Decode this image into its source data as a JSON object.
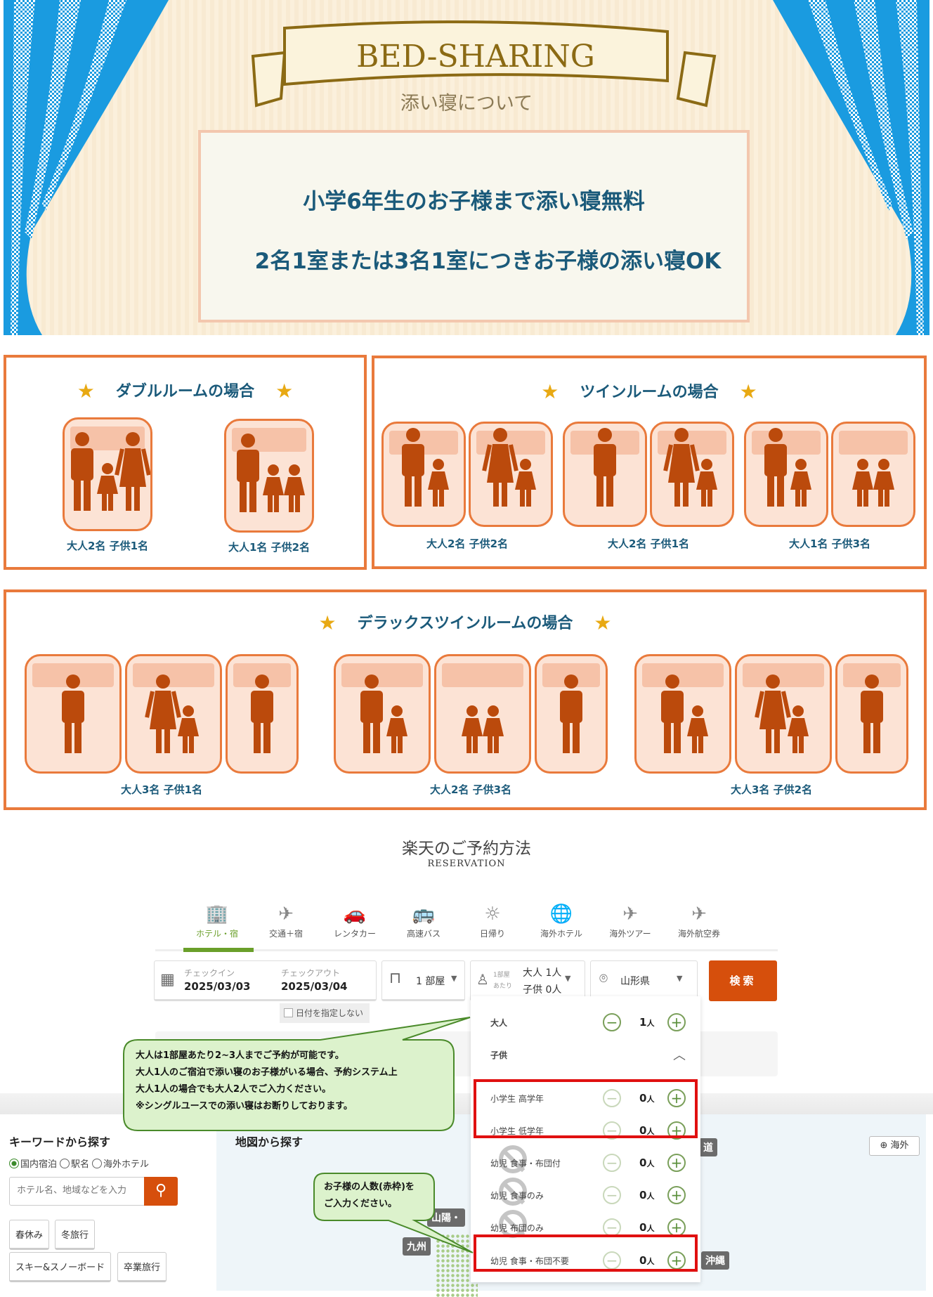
{
  "banner": {
    "ribbon_title": "BED-SHARING",
    "subtitle": "添い寝について",
    "line1": "小学6年生のお子様まで添い寝無料",
    "line2": "2名1室または3名1室につきお子様の添い寝OK",
    "colors": {
      "curtain": "#1a9be0",
      "text": "#1b5a7a",
      "ribbon": "#8b6a14"
    }
  },
  "rooms": {
    "double": {
      "title": "ダブルルームの場合",
      "groups": [
        {
          "caption": "大人2名 子供1名",
          "beds": [
            [
              "man",
              "child",
              "woman"
            ]
          ]
        },
        {
          "caption": "大人1名 子供2名",
          "beds": [
            [
              "man",
              "child",
              "child"
            ]
          ]
        }
      ]
    },
    "twin": {
      "title": "ツインルームの場合",
      "groups": [
        {
          "caption": "大人2名 子供2名",
          "beds": [
            [
              "man",
              "child"
            ],
            [
              "woman",
              "child"
            ]
          ]
        },
        {
          "caption": "大人2名 子供1名",
          "beds": [
            [
              "man"
            ],
            [
              "woman",
              "child"
            ]
          ]
        },
        {
          "caption": "大人1名 子供3名",
          "beds": [
            [
              "man",
              "child"
            ],
            [
              "child",
              "child"
            ]
          ]
        }
      ]
    },
    "deluxe": {
      "title": "デラックスツインルームの場合",
      "groups": [
        {
          "caption": "大人3名 子供1名",
          "beds": [
            [
              "man"
            ],
            [
              "woman",
              "child"
            ],
            [
              "man"
            ]
          ]
        },
        {
          "caption": "大人2名 子供3名",
          "beds": [
            [
              "man",
              "child"
            ],
            [
              "child",
              "child"
            ],
            [
              "man"
            ]
          ]
        },
        {
          "caption": "大人3名 子供2名",
          "beds": [
            [
              "man",
              "child"
            ],
            [
              "woman",
              "child"
            ],
            [
              "man"
            ]
          ]
        }
      ]
    },
    "star_icon": "★"
  },
  "reservation": {
    "title": "楽天のご予約方法",
    "subtitle": "RESERVATION",
    "tabs": [
      {
        "label": "ホテル・宿",
        "icon": "hotel-icon",
        "glyph": "🏢",
        "active": true
      },
      {
        "label": "交通＋宿",
        "icon": "plane-hotel-icon",
        "glyph": "✈"
      },
      {
        "label": "レンタカー",
        "icon": "car-icon",
        "glyph": "🚗"
      },
      {
        "label": "高速バス",
        "icon": "bus-icon",
        "glyph": "🚌"
      },
      {
        "label": "日帰り",
        "icon": "sun-icon",
        "glyph": "☼"
      },
      {
        "label": "海外ホテル",
        "icon": "globe-hotel-icon",
        "glyph": "🌐"
      },
      {
        "label": "海外ツアー",
        "icon": "tour-icon",
        "glyph": "✈"
      },
      {
        "label": "海外航空券",
        "icon": "airplane-icon",
        "glyph": "✈"
      }
    ],
    "checkin_label": "チェックイン",
    "checkin_value": "2025/03/03",
    "checkout_label": "チェックアウト",
    "checkout_value": "2025/03/04",
    "no_date_label": "日付を指定しない",
    "rooms_value": "1 部屋",
    "per_room_label1": "1部屋",
    "per_room_label2": "あたり",
    "adults_summary": "大人 1人",
    "children_summary": "子供 0人",
    "prefecture": "山形県",
    "search_button": "検索",
    "accent": "#d64f0c"
  },
  "guest_panel": {
    "adult_label": "大人",
    "adult_count": "1",
    "children_label": "子供",
    "unit": "人",
    "child_rows": [
      {
        "label": "小学生 高学年",
        "count": "0"
      },
      {
        "label": "小学生 低学年",
        "count": "0"
      },
      {
        "label": "幼児 食事・布団付",
        "count": "0",
        "crossed": true
      },
      {
        "label": "幼児 食事のみ",
        "count": "0",
        "crossed": true
      },
      {
        "label": "幼児 布団のみ",
        "count": "0",
        "crossed": true
      },
      {
        "label": "幼児 食事・布団不要",
        "count": "0"
      }
    ]
  },
  "callouts": {
    "adult_note": [
      "大人は1部屋あたり2~3人までご予約が可能です。",
      "大人1人のご宿泊で添い寝のお子様がいる場合、予約システム上",
      "大人1人の場合でも大人2人でご入力ください。",
      "※シングルユースでの添い寝はお断りしております。"
    ],
    "child_note": [
      "お子様の人数(赤枠)を",
      "ご入力ください。"
    ]
  },
  "keyword": {
    "title": "キーワードから探す",
    "radios": [
      {
        "label": "国内宿泊",
        "checked": true
      },
      {
        "label": "駅名"
      },
      {
        "label": "海外ホテル"
      }
    ],
    "placeholder": "ホテル名、地域などを入力",
    "tags": [
      "春休み",
      "冬旅行",
      "スキー&スノーボード",
      "卒業旅行"
    ]
  },
  "map": {
    "title": "地図から探す",
    "overseas_button": "海外",
    "labels": [
      "道",
      "山陽・",
      "九州",
      "沖縄"
    ]
  }
}
